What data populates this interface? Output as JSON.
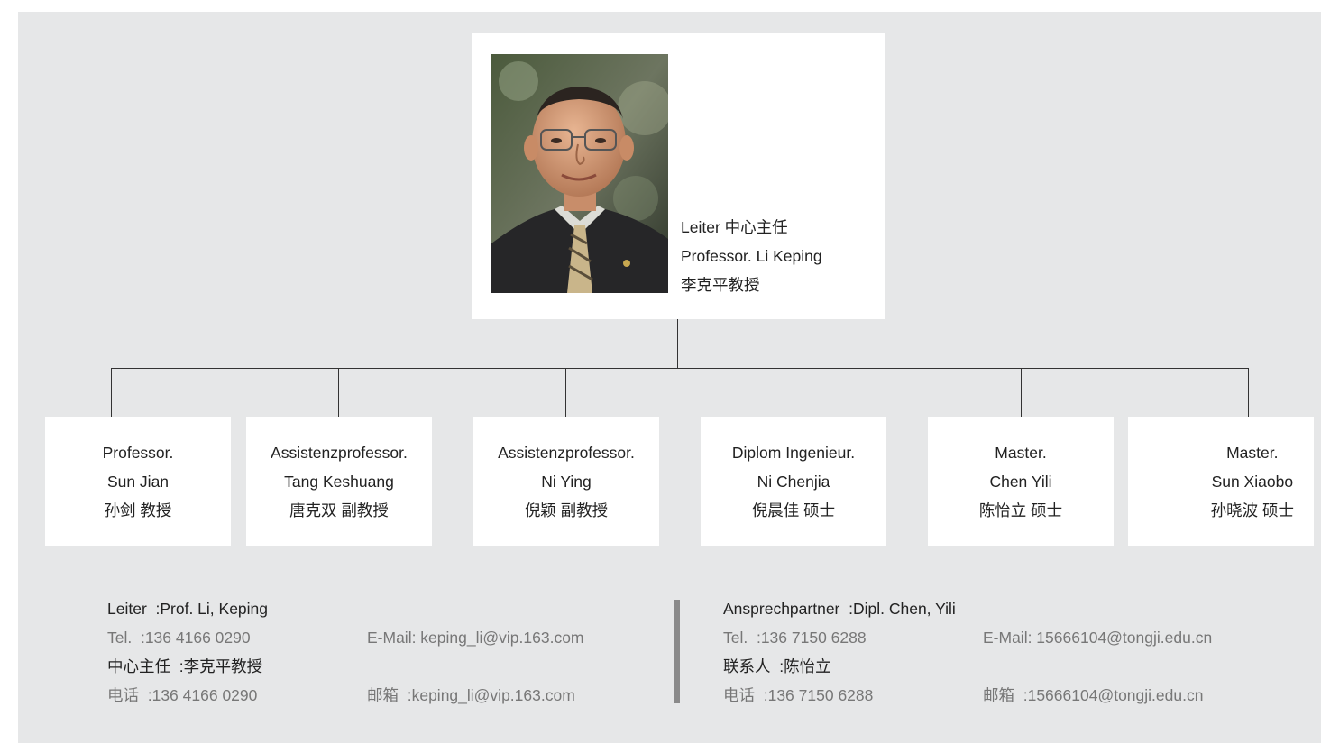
{
  "leader": {
    "title": "Leiter 中心主任",
    "name": "Professor. Li Keping",
    "name_cn": "李克平教授"
  },
  "members": [
    {
      "title": "Professor.",
      "name": "Sun Jian",
      "name_cn": "孙剑 教授"
    },
    {
      "title": "Assistenzprofessor.",
      "name": "Tang Keshuang",
      "name_cn": "唐克双 副教授"
    },
    {
      "title": "Assistenzprofessor.",
      "name": "Ni Ying",
      "name_cn": "倪颖 副教授"
    },
    {
      "title": "Diplom Ingenieur.",
      "name": "Ni Chenjia",
      "name_cn": "倪晨佳 硕士"
    },
    {
      "title": "Master.",
      "name": "Chen Yili",
      "name_cn": "陈怡立 硕士"
    },
    {
      "title": "Master.",
      "name": "Sun Xiaobo",
      "name_cn": "孙晓波 硕士"
    }
  ],
  "contacts": [
    {
      "heading": "Leiter  :Prof. Li, Keping",
      "tel": "Tel.  :136 4166 0290",
      "email": "E-Mail: keping_li@vip.163.com",
      "heading_cn": "中心主任  :李克平教授",
      "tel_cn": "电话  :136 4166 0290",
      "email_cn": "邮箱  :keping_li@vip.163.com"
    },
    {
      "heading": "Ansprechpartner  :Dipl. Chen, Yili",
      "tel": "Tel.  :136 7150 6288",
      "email": "E-Mail: 15666104@tongji.edu.cn",
      "heading_cn": "联系人  :陈怡立",
      "tel_cn": "电话  :136 7150 6288",
      "email_cn": "邮箱  :15666104@tongji.edu.cn"
    }
  ],
  "colors": {
    "background": "#e6e7e8",
    "card": "#ffffff",
    "connector": "#333333",
    "divider": "#8a8a8a",
    "muted_text": "#777777"
  }
}
